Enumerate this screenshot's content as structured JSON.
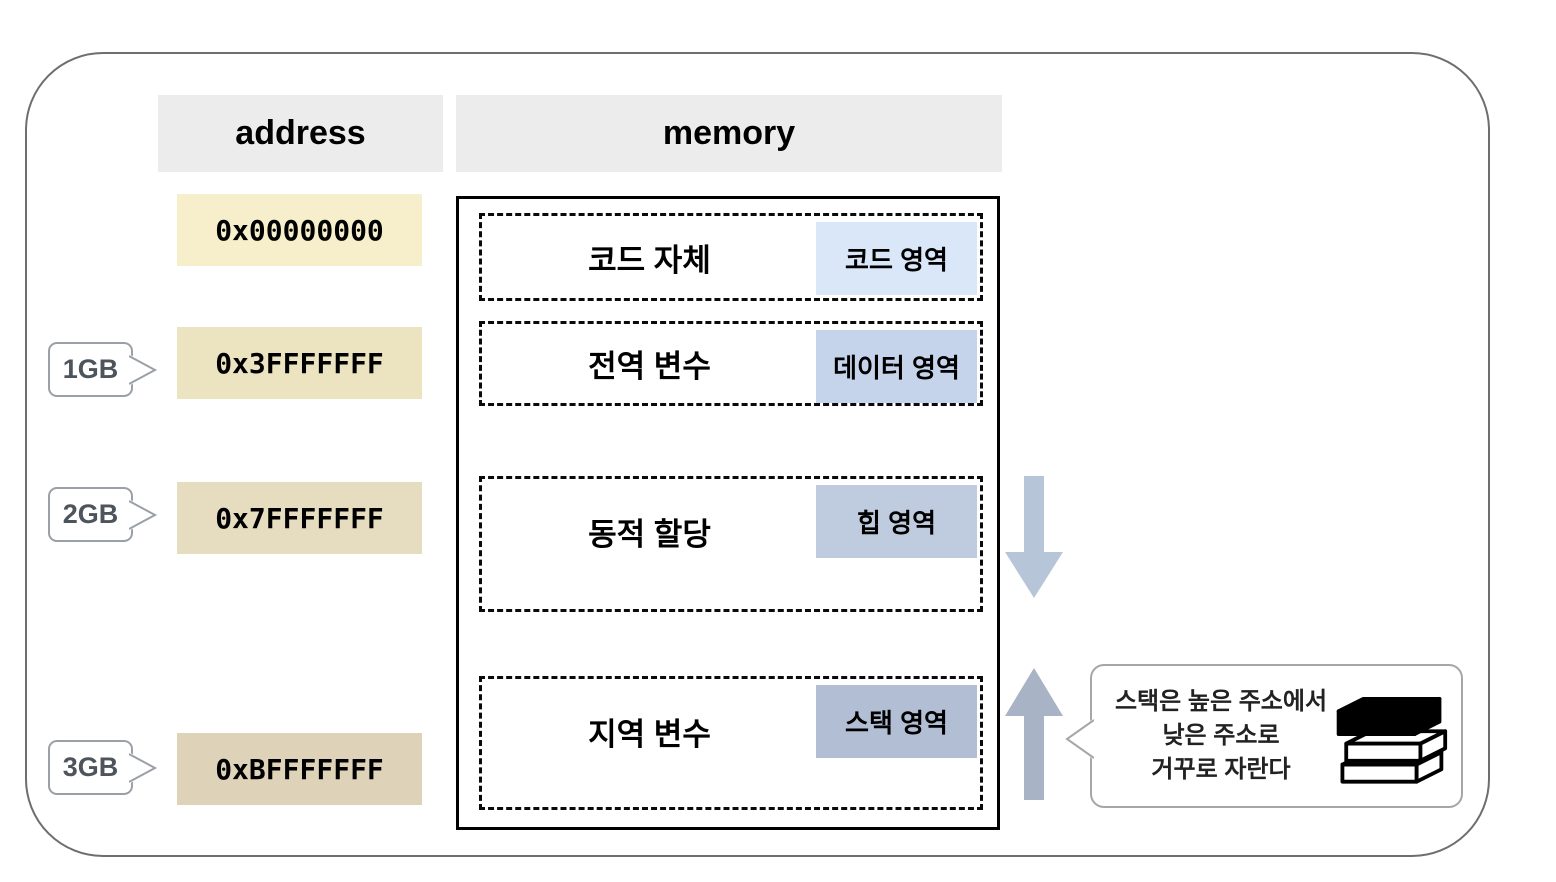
{
  "headers": {
    "address": "address",
    "memory": "memory"
  },
  "address_column": {
    "cells": [
      {
        "value": "0x00000000",
        "bg": "#f7efcb"
      },
      {
        "value": "0x3FFFFFFF",
        "bg": "#ece3c1"
      },
      {
        "value": "0x7FFFFFFF",
        "bg": "#e6dcc0"
      },
      {
        "value": "0xBFFFFFFF",
        "bg": "#ded3b8"
      }
    ],
    "size_tags": [
      "1GB",
      "2GB",
      "3GB"
    ]
  },
  "memory_map": {
    "regions": [
      {
        "content": "코드 자체",
        "label": "코드 영역",
        "label_bg": "#d9e7f8"
      },
      {
        "content": "전역 변수",
        "label": "데이터 영역",
        "label_bg": "#c5d4ea"
      },
      {
        "content": "동적 할당",
        "label": "힙 영역",
        "label_bg": "#bfcbde"
      },
      {
        "content": "지역 변수",
        "label": "스택 영역",
        "label_bg": "#b2bed4"
      }
    ]
  },
  "arrows": {
    "heap_down_color": "#b7c5d9",
    "stack_up_color": "#a9b3c6"
  },
  "callout": {
    "line1": "스택은 높은 주소에서",
    "line2": "낮은 주소로",
    "line3": "거꾸로 자란다"
  }
}
